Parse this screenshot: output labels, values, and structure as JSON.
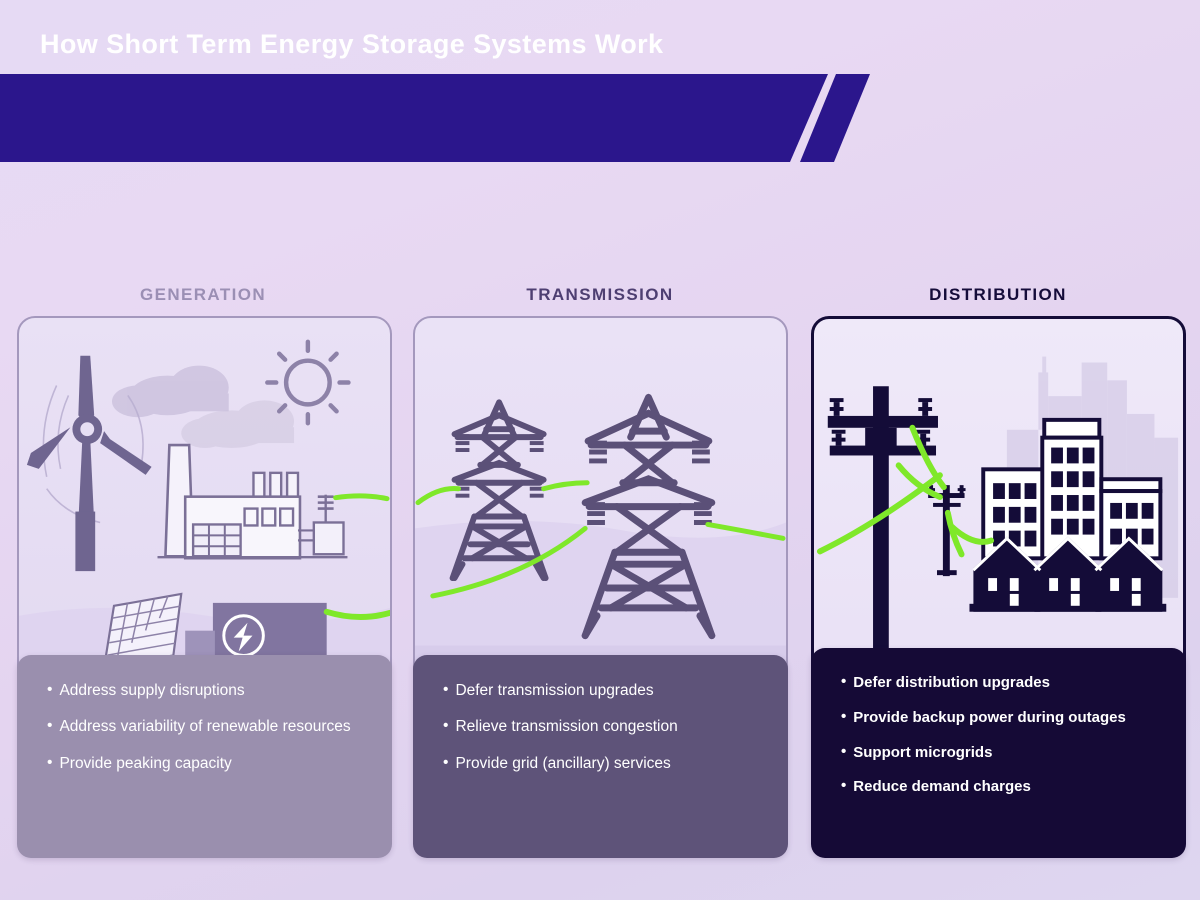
{
  "header": {
    "title": "How Short Term Energy Storage Systems Work",
    "bar_color": "#2b168c",
    "text_color": "#ffffff"
  },
  "background": {
    "color_top": "#e6daf4",
    "color_bottom": "#ded6f0"
  },
  "accent": {
    "green_line": "#7fe82a",
    "dark_navy": "#150a36",
    "muted_purple": "#6b5f88"
  },
  "sections": [
    {
      "id": "generation",
      "label": "GENERATION",
      "label_color": "#9b8fb4",
      "footer_color": "#9a8fae",
      "border_color": "#a498bd",
      "icons": [
        "wind-turbine-icon",
        "sun-icon",
        "cloud-icon",
        "factory-icon",
        "solar-panel-icon",
        "battery-storage-icon",
        "power-line-icon"
      ],
      "bullets": [
        "Address supply disruptions",
        "Address variability of renewable resources",
        "Provide peaking capacity"
      ]
    },
    {
      "id": "transmission",
      "label": "TRANSMISSION",
      "label_color": "#4e3f72",
      "footer_color": "#5e5379",
      "border_color": "#a498bd",
      "icons": [
        "transmission-tower-icon",
        "transmission-tower-icon",
        "power-line-icon"
      ],
      "bullets": [
        "Defer transmission upgrades",
        "Relieve transmission congestion",
        "Provide grid (ancillary) services"
      ]
    },
    {
      "id": "distribution",
      "label": "DISTRIBUTION",
      "label_color": "#150c3a",
      "footer_color": "#150a36",
      "border_color": "#140c38",
      "icons": [
        "utility-pole-icon",
        "utility-pole-icon",
        "city-skyline-icon",
        "apartment-building-icon",
        "house-icon",
        "power-line-icon"
      ],
      "bullets": [
        "Defer distribution upgrades",
        "Provide backup power during outages",
        "Support microgrids",
        "Reduce demand charges"
      ]
    }
  ],
  "bullet_marker": "•"
}
